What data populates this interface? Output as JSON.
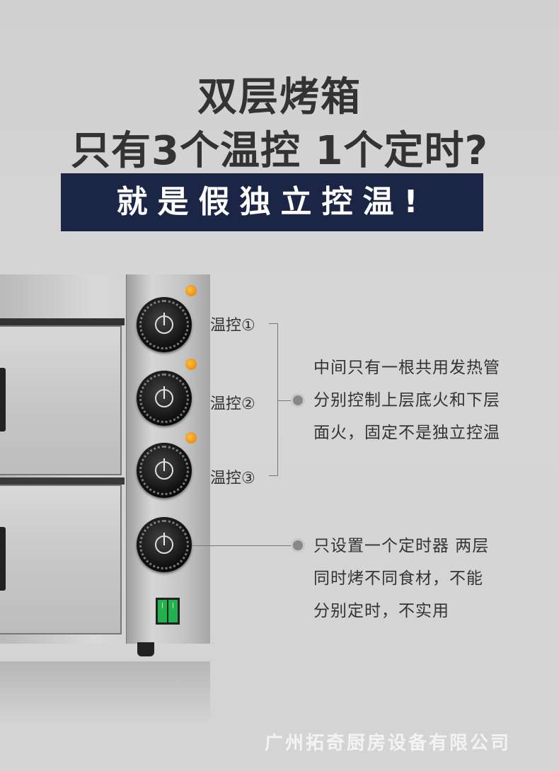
{
  "header": {
    "line1": "双层烤箱",
    "line2": "只有3个温控  1个定时?",
    "banner": "就是假独立控温!"
  },
  "controls": {
    "temp1_label": "温控①",
    "temp2_label": "温控②",
    "temp3_label": "温控③"
  },
  "descriptions": {
    "temp": [
      "中间只有一根共用发热管",
      "分别控制上层底火和下层",
      "面火，固定不是独立控温"
    ],
    "timer": [
      "只设置一个定时器 两层",
      "同时烤不同食材，不能",
      "分别定时，不实用"
    ]
  },
  "footer": {
    "company": "广州拓奇厨房设备有限公司"
  },
  "colors": {
    "banner_bg": "#1b2545",
    "indicator_lamp": "#f39a1e",
    "power_switch": "#22b14c"
  }
}
